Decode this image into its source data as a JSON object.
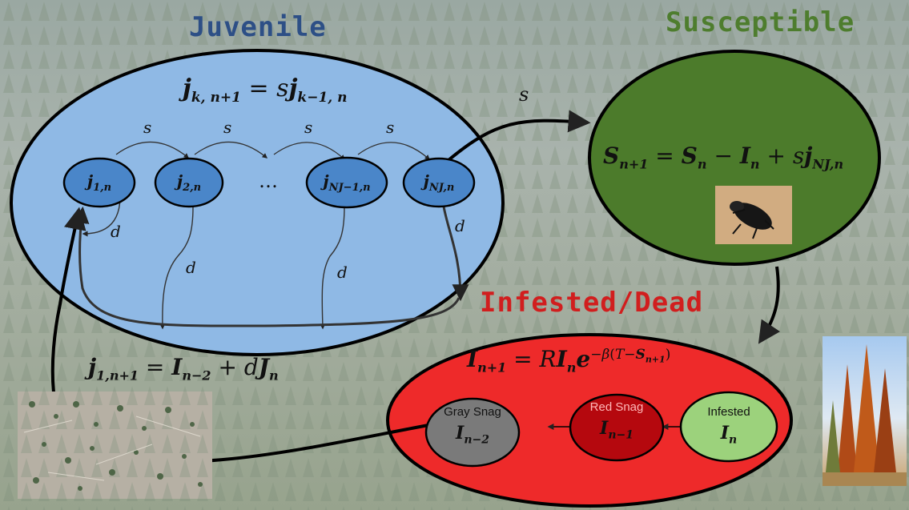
{
  "titles": {
    "juvenile": "Juvenile",
    "susceptible": "Susceptible",
    "infested_dead": "Infested/Dead"
  },
  "equations": {
    "juvenile": "j_{k, n+1} = s j_{k-1, n}",
    "juvenile_lhs": "j",
    "juvenile_lhs_sub": "k, n+1",
    "juvenile_rhs_coef": "s",
    "juvenile_rhs_var": "j",
    "juvenile_rhs_sub": "k−1, n",
    "susceptible": "S_{n+1} = S_n − I_n + s j_{NJ,n}",
    "infested": "I_{n+1} = R I_n e^{−β(T − S_{n+1})}",
    "recruitment": "j_{1,n+1} = I_{n−2} + d J_n"
  },
  "juvenile_nodes": [
    {
      "var": "j",
      "sub": "1,n"
    },
    {
      "var": "j",
      "sub": "2,n"
    },
    {
      "var": "j",
      "sub": "NJ−1,n"
    },
    {
      "var": "j",
      "sub": "NJ,n"
    }
  ],
  "ellipsis": "…",
  "edge_labels": {
    "survival": "s",
    "death": "d"
  },
  "infested_nodes": [
    {
      "title": "Gray Snag",
      "var": "I",
      "sub": "n−2"
    },
    {
      "title": "Red Snag",
      "var": "I",
      "sub": "n−1"
    },
    {
      "title": "Infested",
      "var": "I",
      "sub": "n"
    }
  ],
  "colors": {
    "title_juvenile": "#2d4f86",
    "title_susceptible": "#4e7d2e",
    "title_infested": "#d11e1e",
    "juvenile_ellipse": "#8fb9e5",
    "juvenile_node": "#4a86c9",
    "susceptible_ellipse": "#4c7b2b",
    "infested_ellipse": "#ee2a2a",
    "gray_snag": "#7a7a7a",
    "red_snag": "#b5080e",
    "infested_node": "#9cd27c"
  },
  "images": [
    "beetle-photo",
    "infested-forest-photo",
    "clearcut-regeneration-photo"
  ]
}
